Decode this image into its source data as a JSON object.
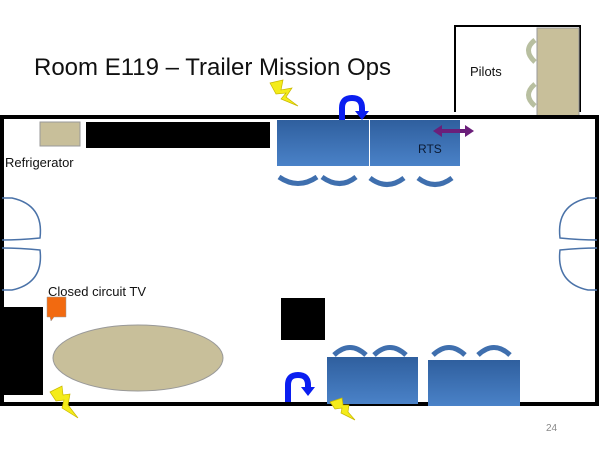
{
  "title": "Room E119 – Trailer Mission Ops",
  "labels": {
    "pilots": "Pilots",
    "refrigerator": "Refrigerator",
    "rts": "RTS",
    "cctv": "Closed circuit TV"
  },
  "page_number": "24",
  "colors": {
    "desk": "#3d72b8",
    "chair": "#3f6fae",
    "tan": "#c8bf9a",
    "lightning": "#f4ec1a",
    "uturn_arrow": "#0a1ef0",
    "rts_arrow": "#6b1f7a",
    "cctv_marker": "#f26a10"
  }
}
